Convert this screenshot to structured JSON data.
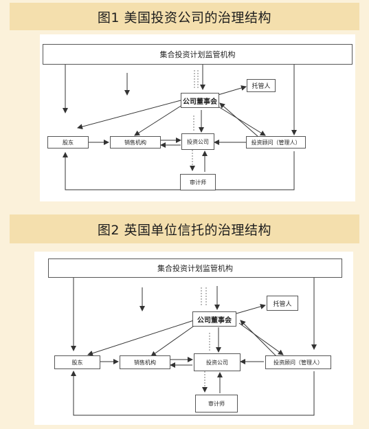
{
  "figures": [
    {
      "title": "图1  美国投资公司的治理结构",
      "nodes": {
        "regulator": "集合投资计划监管机构",
        "board": "公司董事会",
        "custodian": "托管人",
        "shareholders": "股东",
        "sales": "销售机构",
        "company": "投资公司",
        "advisor": "投资顾问（管理人）",
        "auditor": "审计师"
      }
    },
    {
      "title": "图2  英国单位信托的治理结构",
      "nodes": {
        "regulator": "集合投资计划监管机构",
        "board": "公司董事会",
        "custodian": "托管人",
        "shareholders": "股东",
        "sales": "销售机构",
        "company": "投资公司",
        "advisor": "投资顾问（管理人）",
        "auditor": "审计师"
      }
    }
  ]
}
